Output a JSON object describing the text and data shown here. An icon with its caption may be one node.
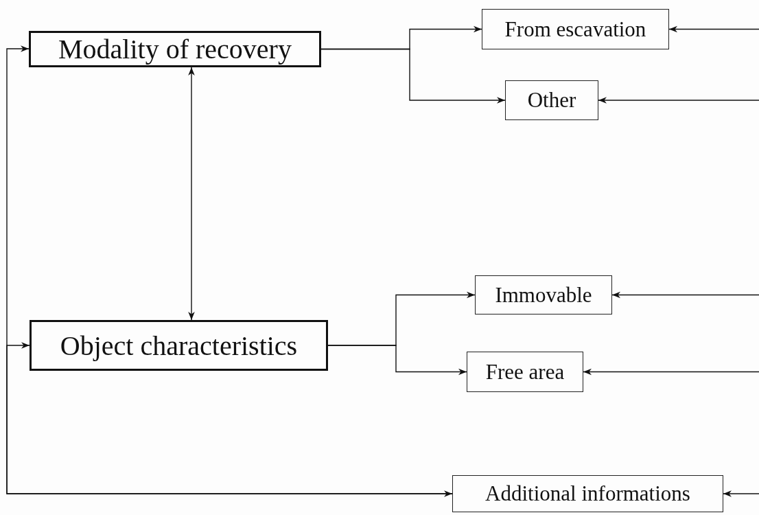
{
  "diagram": {
    "nodes": [
      {
        "text": [
          "Modality of recovery"
        ]
      },
      {
        "text": [
          "From escavation"
        ]
      },
      {
        "text": [
          "Other"
        ]
      },
      {
        "text": [
          "Object characteristics"
        ]
      },
      {
        "text": [
          "Immovable"
        ]
      },
      {
        "text": [
          "Free area"
        ]
      },
      {
        "text": [
          "Additional informations"
        ]
      }
    ],
    "edges": [
      {
        "from": 0,
        "to": 1,
        "arrow": "to"
      },
      {
        "from": 0,
        "to": 2,
        "arrow": "to"
      },
      {
        "from": 0,
        "to": 3,
        "arrow": "both"
      },
      {
        "from": 3,
        "to": 4,
        "arrow": "to"
      },
      {
        "from": 3,
        "to": 5,
        "arrow": "to"
      },
      {
        "from": null,
        "to": 1,
        "arrow": "to"
      },
      {
        "from": null,
        "to": 2,
        "arrow": "to"
      },
      {
        "from": null,
        "to": 4,
        "arrow": "to"
      },
      {
        "from": null,
        "to": 5,
        "arrow": "to"
      },
      {
        "from": null,
        "to": 6,
        "arrow": "to"
      },
      {
        "from": 0,
        "to": 6,
        "arrow": "both"
      },
      {
        "from": 6,
        "to": 3,
        "arrow": "to"
      }
    ]
  }
}
